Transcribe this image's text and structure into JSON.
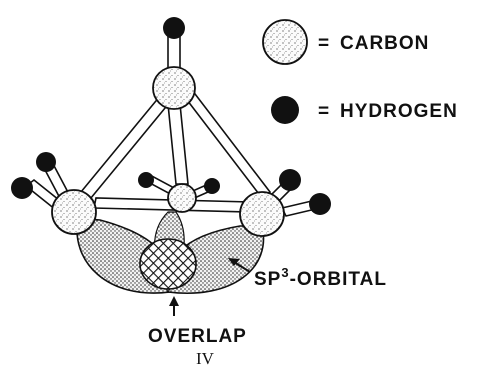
{
  "legend": {
    "carbon_symbol": "=",
    "carbon_label": "CARBON",
    "hydrogen_symbol": "=",
    "hydrogen_label": "HYDROGEN"
  },
  "labels": {
    "sp3_prefix": "SP",
    "sp3_superscript": "3",
    "sp3_suffix": "-ORBITAL",
    "overlap": "OVERLAP",
    "figure_number": "IV"
  },
  "colors": {
    "ink": "#111111",
    "paper": "#ffffff"
  }
}
